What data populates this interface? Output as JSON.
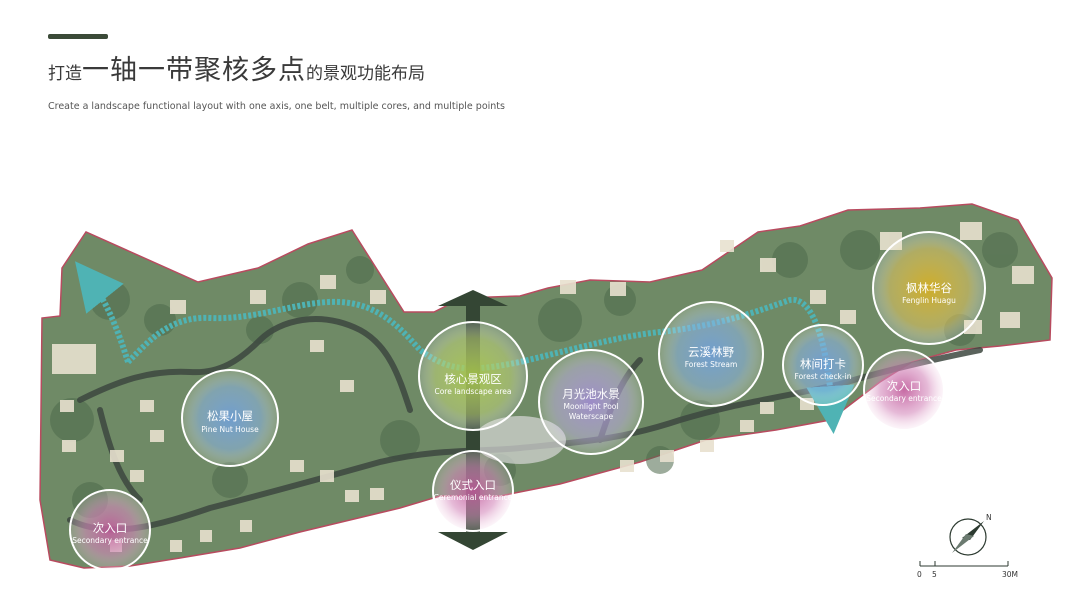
{
  "header": {
    "title_prefix": "打造",
    "title_emphasis": "一轴一带聚核多点",
    "title_suffix": "的景观功能布局",
    "subtitle": "Create a landscape functional layout with one axis, one belt, multiple cores, and multiple points"
  },
  "colors": {
    "site_green": "#6f8a66",
    "site_dark": "#4e6a4c",
    "boundary": "#b84b5f",
    "road": "#3d4840",
    "belt_arrow": "#4fb3b4",
    "axis_arrow": "#344634",
    "entrance": "#c05a9a",
    "core": "#a8c84a",
    "water": "#6fa0e0",
    "pool": "#a38bd8",
    "maple": "#d9b020"
  },
  "nodes": {
    "pine": {
      "cn": "松果小屋",
      "en": "Pine Nut House",
      "color": "water"
    },
    "core": {
      "cn": "核心景观区",
      "en": "Core landscape area",
      "color": "core"
    },
    "pool": {
      "cn": "月光池水景",
      "en1": "Moonlight Pool",
      "en2": "Waterscape",
      "color": "pool"
    },
    "stream": {
      "cn": "云溪林野",
      "en": "Forest Stream",
      "color": "water"
    },
    "checkin": {
      "cn": "林间打卡",
      "en": "Forest check-in",
      "color": "water"
    },
    "maple": {
      "cn": "枫林华谷",
      "en": "Fenglin Huagu",
      "color": "maple"
    },
    "ceremonial": {
      "cn": "仪式入口",
      "en": "Ceremonial entrance",
      "color": "entrance"
    },
    "secondary_left": {
      "cn": "次入口",
      "en": "Secondary entrance",
      "color": "entrance"
    },
    "secondary_right": {
      "cn": "次入口",
      "en": "Secondary entrance",
      "color": "entrance"
    }
  },
  "compass": {
    "label": "N"
  },
  "scale": {
    "ticks": [
      "0",
      "5",
      "30M"
    ]
  }
}
